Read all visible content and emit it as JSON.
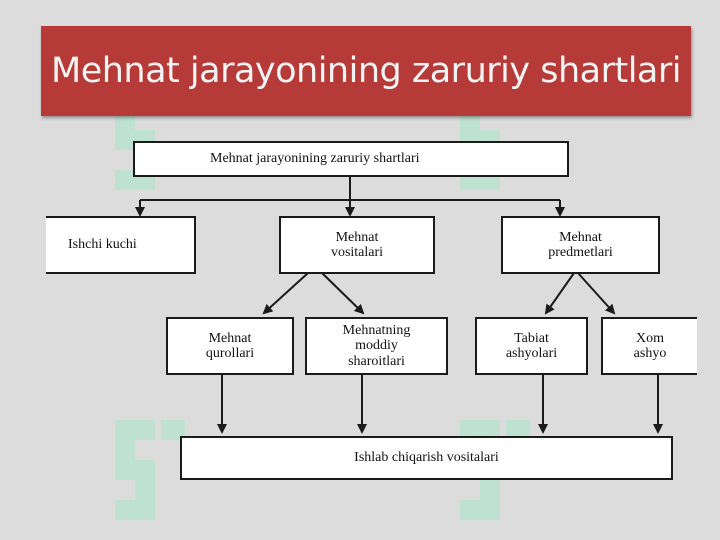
{
  "title": "Mehnat jarayonining zaruriy shartlari",
  "watermark": {
    "icon": "soft-logo-watermark",
    "color": "#9ee8c8"
  },
  "diagram": {
    "root": "Mehnat jarayonining zaruriy shartlari",
    "level1": [
      "Ishchi kuchi",
      "Mehnat\nvositalari",
      "Mehnat\npredmetlari"
    ],
    "level2": [
      "Mehnat\nqurollari",
      "Mehnatning\nmoddiy\nsharoitlari",
      "Tabiat\nashyolari",
      "Xom\nashyo"
    ],
    "bottom": "Ishlab chiqarish vositalari"
  },
  "colors": {
    "title_bar": "#b53a38",
    "background": "#dcdcdc",
    "lines": "#1a1a1a"
  }
}
